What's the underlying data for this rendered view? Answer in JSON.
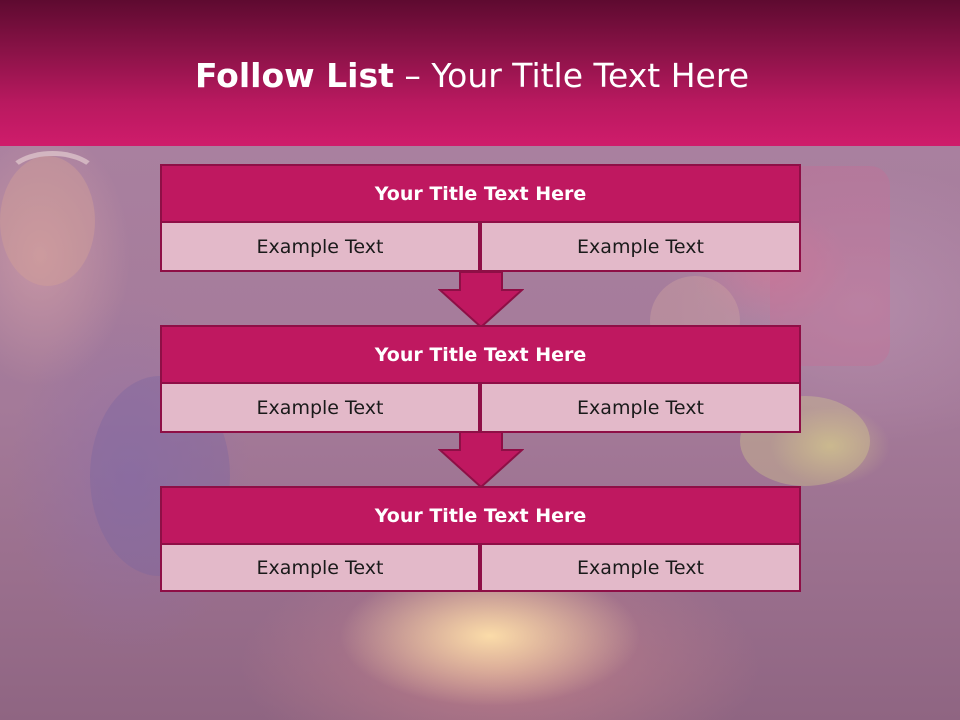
{
  "header": {
    "title_bold": "Follow List",
    "title_sep": " – ",
    "title_rest": "Your Title Text Here"
  },
  "blocks": [
    {
      "title": "Your Title Text Here",
      "left": "Example Text",
      "right": "Example Text"
    },
    {
      "title": "Your Title Text Here",
      "left": "Example Text",
      "right": "Example Text"
    },
    {
      "title": "Your Title Text Here",
      "left": "Example Text",
      "right": "Example Text"
    }
  ],
  "colors": {
    "accent": "#bf1860",
    "cell_fill": "#e3b9c9",
    "header_top": "#5e0a30",
    "header_bottom": "#cf1c6b"
  },
  "icons": [
    "down-arrow-icon",
    "down-arrow-icon"
  ]
}
